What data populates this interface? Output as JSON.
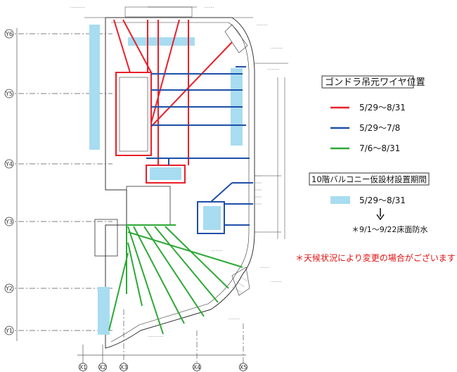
{
  "legend": {
    "title": "ゴンドラ吊元ワイヤ位置",
    "items": [
      {
        "label": "5/29～8/31",
        "color": "#e8202a"
      },
      {
        "label": "5/29～7/8",
        "color": "#1f4fa8"
      },
      {
        "label": "7/6～8/31",
        "color": "#2ea836"
      }
    ],
    "balcony_title": "10階バルコニー仮設材設置期間",
    "balcony_item": {
      "label": "5/29～8/31",
      "color": "#a8dcf0"
    },
    "note": "＊9/1～9/22床面防水"
  },
  "warning": "＊天候状況により変更の場合がございます",
  "grid": {
    "left_axes": [
      "Y6",
      "Y5",
      "Y4",
      "Y3",
      "Y2",
      "Y1"
    ],
    "bottom_axes": [
      "X1",
      "X2",
      "X3",
      "X4",
      "X5"
    ]
  }
}
